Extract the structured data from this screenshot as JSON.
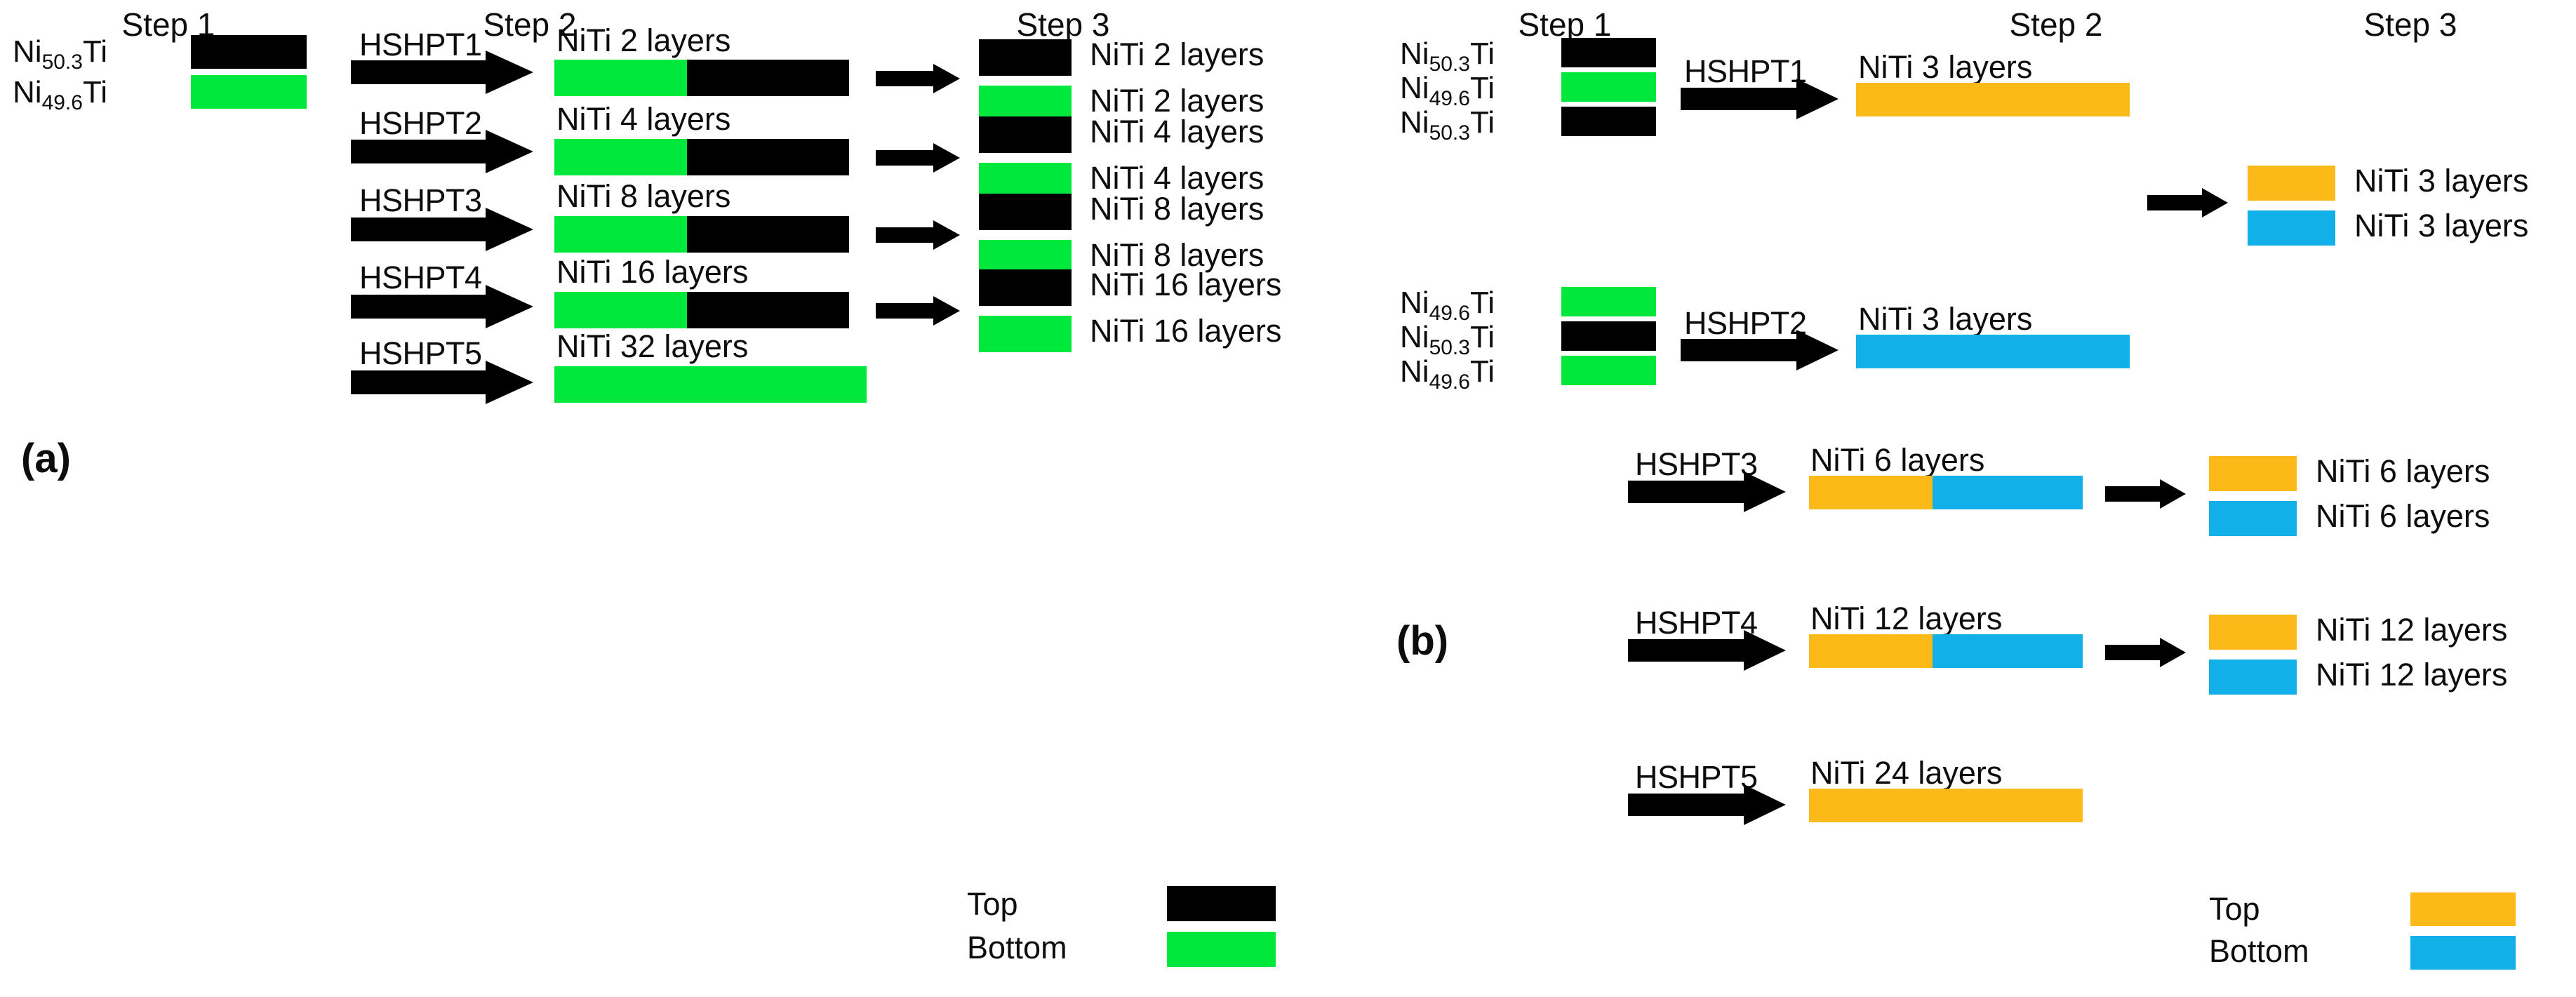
{
  "figure": {
    "panels": [
      {
        "letter": "(a)",
        "step_headers": [
          "Step 1",
          "Step 2",
          "Step 3"
        ],
        "legend": {
          "top_label": "Top",
          "bottom_label": "Bottom",
          "top_color": "#000000",
          "bottom_color": "#00E83C"
        },
        "colors": {
          "top": "#000000",
          "bottom": "#00E83C"
        },
        "inputs": [
          {
            "label_prefix": "Ni",
            "label_sub": "50.3",
            "label_suffix": "Ti",
            "color": "#000000"
          },
          {
            "label_prefix": "Ni",
            "label_sub": "49.6",
            "label_suffix": "Ti",
            "color": "#00E83C"
          }
        ],
        "rows": [
          {
            "process": "HSHPT1",
            "step2_title": "NiTi 2 layers",
            "step2_segments": [
              {
                "color": "#00E83C",
                "width_pct": 45
              },
              {
                "color": "#000000",
                "width_pct": 55
              }
            ],
            "step3": [
              {
                "color": "#000000",
                "label": "NiTi 2 layers"
              },
              {
                "color": "#00E83C",
                "label": "NiTi 2 layers"
              }
            ]
          },
          {
            "process": "HSHPT2",
            "step2_title": "NiTi 4 layers",
            "step2_segments": [
              {
                "color": "#00E83C",
                "width_pct": 45
              },
              {
                "color": "#000000",
                "width_pct": 55
              }
            ],
            "step3": [
              {
                "color": "#000000",
                "label": "NiTi 4 layers"
              },
              {
                "color": "#00E83C",
                "label": "NiTi 4 layers"
              }
            ]
          },
          {
            "process": "HSHPT3",
            "step2_title": "NiTi 8 layers",
            "step2_segments": [
              {
                "color": "#00E83C",
                "width_pct": 45
              },
              {
                "color": "#000000",
                "width_pct": 55
              }
            ],
            "step3": [
              {
                "color": "#000000",
                "label": "NiTi 8 layers"
              },
              {
                "color": "#00E83C",
                "label": "NiTi 8 layers"
              }
            ]
          },
          {
            "process": "HSHPT4",
            "step2_title": "NiTi 16 layers",
            "step2_segments": [
              {
                "color": "#00E83C",
                "width_pct": 45
              },
              {
                "color": "#000000",
                "width_pct": 55
              }
            ],
            "step3": [
              {
                "color": "#000000",
                "label": "NiTi 16 layers"
              },
              {
                "color": "#00E83C",
                "label": "NiTi 16 layers"
              }
            ]
          },
          {
            "process": "HSHPT5",
            "step2_title": "NiTi 32 layers",
            "step2_segments": [
              {
                "color": "#00E83C",
                "width_pct": 100
              }
            ],
            "step3": []
          }
        ]
      },
      {
        "letter": "(b)",
        "step_headers": [
          "Step 1",
          "Step 2",
          "Step 3"
        ],
        "legend": {
          "top_label": "Top",
          "bottom_label": "Bottom",
          "top_color": "#FBBA17",
          "bottom_color": "#12B0E8"
        },
        "colors": {
          "top": "#FBBA17",
          "bottom": "#12B0E8"
        },
        "input_groups": [
          {
            "process": "HSHPT1",
            "items": [
              {
                "label_prefix": "Ni",
                "label_sub": "50.3",
                "label_suffix": "Ti",
                "color": "#000000"
              },
              {
                "label_prefix": "Ni",
                "label_sub": "49.6",
                "label_suffix": "Ti",
                "color": "#00E83C"
              },
              {
                "label_prefix": "Ni",
                "label_sub": "50.3",
                "label_suffix": "Ti",
                "color": "#000000"
              }
            ]
          },
          {
            "process": "HSHPT2",
            "items": [
              {
                "label_prefix": "Ni",
                "label_sub": "49.6",
                "label_suffix": "Ti",
                "color": "#00E83C"
              },
              {
                "label_prefix": "Ni",
                "label_sub": "50.3",
                "label_suffix": "Ti",
                "color": "#000000"
              },
              {
                "label_prefix": "Ni",
                "label_sub": "49.6",
                "label_suffix": "Ti",
                "color": "#00E83C"
              }
            ]
          }
        ],
        "rows": [
          {
            "process": "HSHPT1",
            "step2_title": "NiTi 3 layers",
            "step2_segments": [
              {
                "color": "#FBBA17",
                "width_pct": 100
              }
            ],
            "step3": []
          },
          {
            "process": "HSHPT2",
            "step2_title": "NiTi 3 layers",
            "step2_segments": [
              {
                "color": "#12B0E8",
                "width_pct": 100
              }
            ],
            "step3": []
          },
          {
            "process": "HSHPT3",
            "step2_title": "NiTi 6 layers",
            "step2_segments": [
              {
                "color": "#FBBA17",
                "width_pct": 45
              },
              {
                "color": "#12B0E8",
                "width_pct": 55
              }
            ],
            "step3": [
              {
                "color": "#FBBA17",
                "label": "NiTi 6 layers"
              },
              {
                "color": "#12B0E8",
                "label": "NiTi 6 layers"
              }
            ]
          },
          {
            "process": "HSHPT4",
            "step2_title": "NiTi 12 layers",
            "step2_segments": [
              {
                "color": "#FBBA17",
                "width_pct": 45
              },
              {
                "color": "#12B0E8",
                "width_pct": 55
              }
            ],
            "step3": [
              {
                "color": "#FBBA17",
                "label": "NiTi 12 layers"
              },
              {
                "color": "#12B0E8",
                "label": "NiTi 12 layers"
              }
            ]
          },
          {
            "process": "HSHPT5",
            "step2_title": "NiTi 24 layers",
            "step2_segments": [
              {
                "color": "#FBBA17",
                "width_pct": 100
              }
            ],
            "step3": []
          }
        ],
        "merged_step3": {
          "items": [
            {
              "color": "#FBBA17",
              "label": "NiTi 3 layers"
            },
            {
              "color": "#12B0E8",
              "label": "NiTi 3 layers"
            }
          ]
        }
      }
    ]
  }
}
